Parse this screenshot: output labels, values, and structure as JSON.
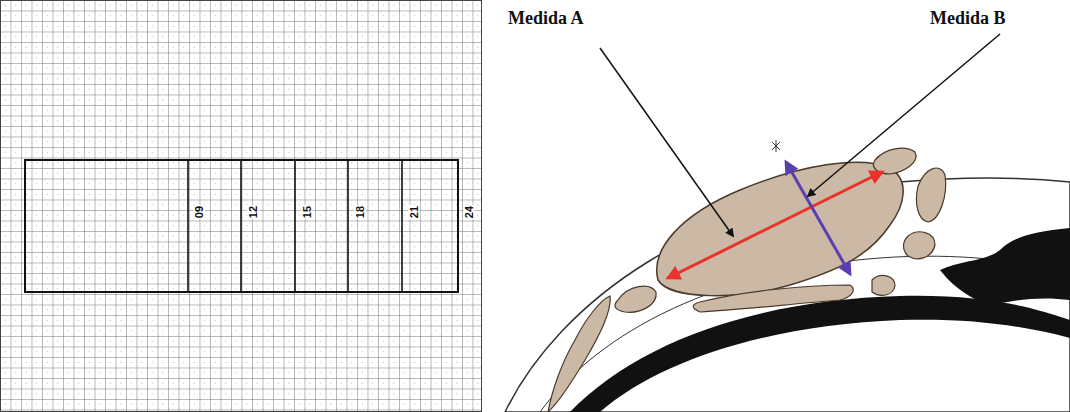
{
  "diagram": {
    "labels": [
      "Medida A",
      "Medida B",
      "09",
      "12",
      "15",
      "18",
      "21",
      "24"
    ]
  }
}
